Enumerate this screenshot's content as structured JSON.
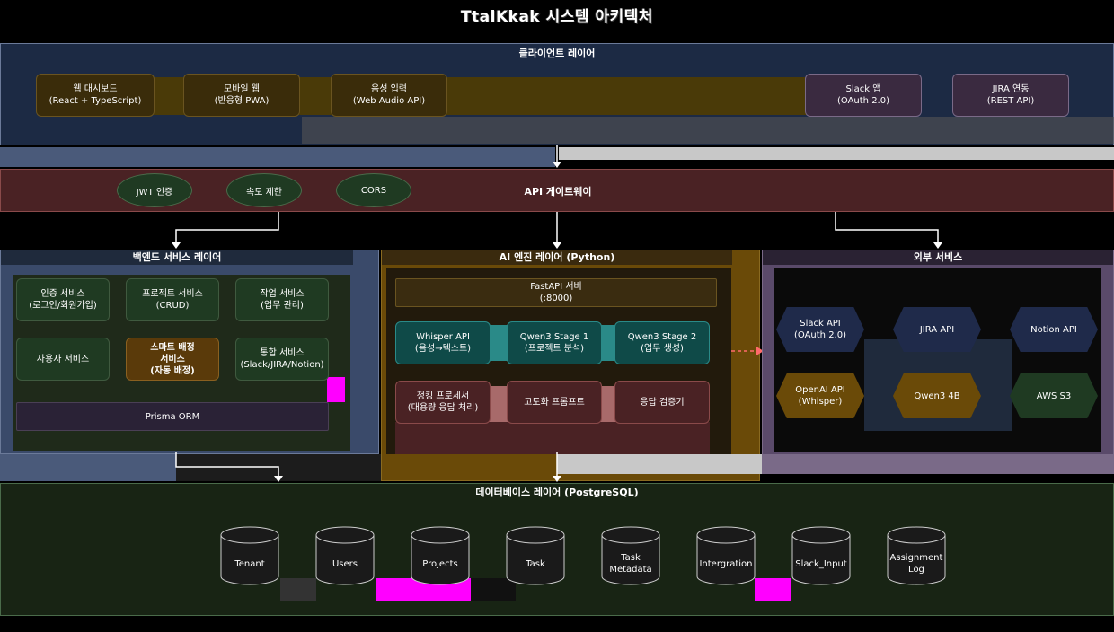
{
  "title": "TtalKkak 시스템 아키텍처",
  "client_layer": {
    "title": "클라이언트 레이어",
    "items": [
      {
        "label": "웹 대시보드\n(React + TypeScript)"
      },
      {
        "label": "모바일 웹\n(반응형 PWA)"
      },
      {
        "label": "음성 입력\n(Web Audio API)"
      },
      {
        "label": "Slack 앱\n(OAuth 2.0)"
      },
      {
        "label": "JIRA 연동\n(REST API)"
      }
    ]
  },
  "gateway": {
    "title": "API 게이트웨이",
    "pills": [
      "JWT 인증",
      "속도 제한",
      "CORS"
    ]
  },
  "backend": {
    "title": "백엔드 서비스 레이어",
    "services": [
      {
        "label": "인증 서비스\n(로그인/회원가입)"
      },
      {
        "label": "프로젝트 서비스\n(CRUD)"
      },
      {
        "label": "작업 서비스\n(업무 관리)"
      },
      {
        "label": "사용자 서비스"
      },
      {
        "label": "스마트 배정\n서비스\n(자동 배정)"
      },
      {
        "label": "통합 서비스\n(Slack/JIRA/Notion)"
      }
    ],
    "orm": "Prisma ORM"
  },
  "ai_engine": {
    "title": "AI 엔진 레이어 (Python)",
    "server": "FastAPI 서버\n(:8000)",
    "row1": [
      {
        "label": "Whisper API\n(음성→텍스트)"
      },
      {
        "label": "Qwen3 Stage 1\n(프로젝트 분석)"
      },
      {
        "label": "Qwen3 Stage 2\n(업무 생성)"
      }
    ],
    "row2": [
      {
        "label": "청킹 프로세서\n(대용량 응답 처리)"
      },
      {
        "label": "고도화 프롬프트"
      },
      {
        "label": "응답 검증기"
      }
    ]
  },
  "external": {
    "title": "외부 서비스",
    "items": [
      {
        "label": "Slack API\n(OAuth 2.0)"
      },
      {
        "label": "JIRA API"
      },
      {
        "label": "Notion API"
      },
      {
        "label": "OpenAI API\n(Whisper)"
      },
      {
        "label": "Qwen3 4B"
      },
      {
        "label": "AWS S3"
      }
    ]
  },
  "database": {
    "title": "데이터베이스 레이어 (PostgreSQL)",
    "tables": [
      "Tenant",
      "Users",
      "Projects",
      "Task",
      "Task\nMetadata",
      "Intergration",
      "Slack_Input",
      "Assignment\nLog"
    ]
  },
  "colors": {
    "client_bg": "#1c2a44",
    "gateway_bg": "#4a2224",
    "backend_bg": "#1f2a3c",
    "ai_bg": "#3a2a0e",
    "external_bg": "#2a2233",
    "db_bg": "#182414",
    "accent_magenta": "#ff00ff"
  }
}
